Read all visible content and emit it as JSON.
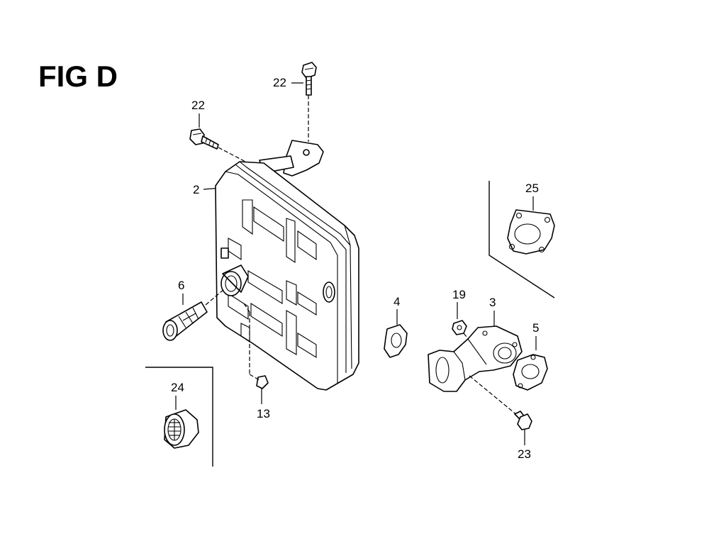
{
  "figure": {
    "title": "FIG D"
  },
  "callouts": [
    {
      "id": "c22a",
      "label": "22"
    },
    {
      "id": "c22b",
      "label": "22"
    },
    {
      "id": "c2",
      "label": "2"
    },
    {
      "id": "c25",
      "label": "25"
    },
    {
      "id": "c6",
      "label": "6"
    },
    {
      "id": "c4",
      "label": "4"
    },
    {
      "id": "c19",
      "label": "19"
    },
    {
      "id": "c3",
      "label": "3"
    },
    {
      "id": "c5",
      "label": "5"
    },
    {
      "id": "c24",
      "label": "24"
    },
    {
      "id": "c13",
      "label": "13"
    },
    {
      "id": "c23",
      "label": "23"
    }
  ]
}
